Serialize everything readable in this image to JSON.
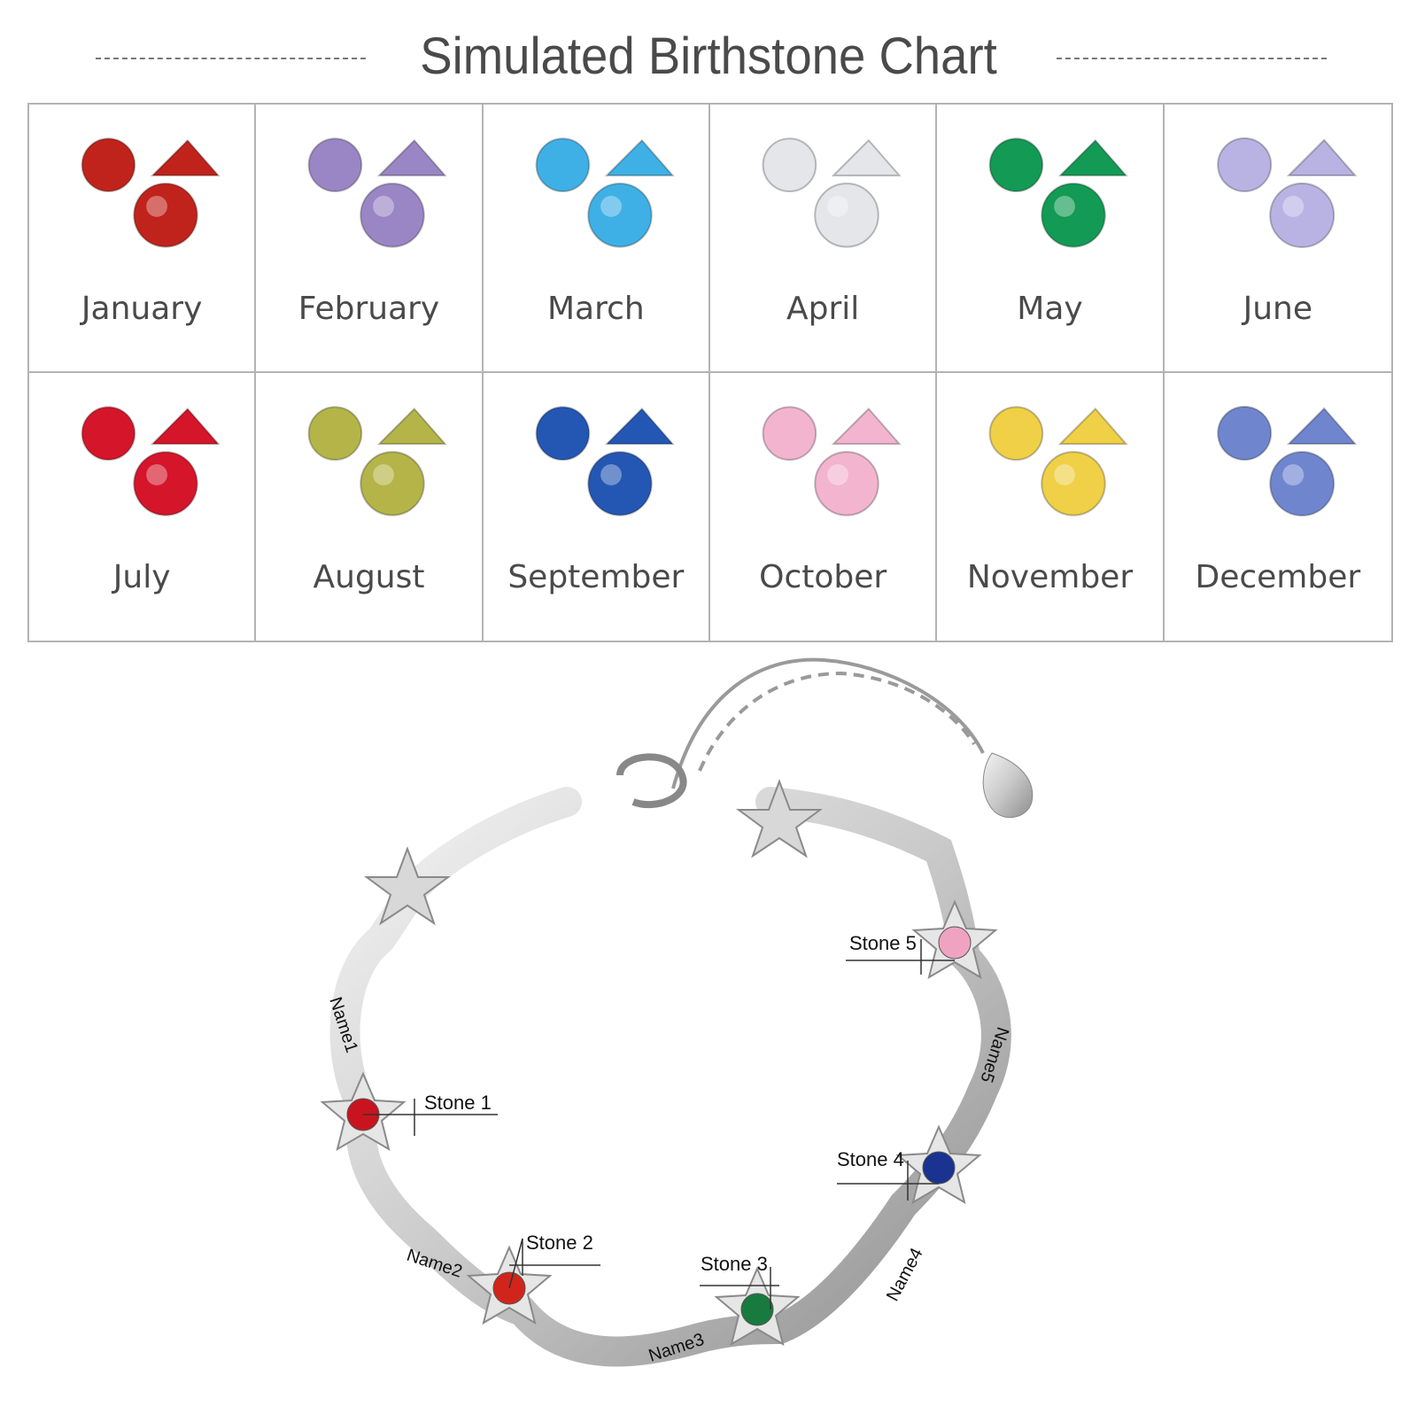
{
  "header": {
    "title": "Simulated Birthstone Chart"
  },
  "birthstones": [
    {
      "month": "January",
      "color": "#c0231b"
    },
    {
      "month": "February",
      "color": "#9a86c4"
    },
    {
      "month": "March",
      "color": "#3fb0e6"
    },
    {
      "month": "April",
      "color": "#e4e6ea"
    },
    {
      "month": "May",
      "color": "#139a55"
    },
    {
      "month": "June",
      "color": "#b9b3e4"
    },
    {
      "month": "July",
      "color": "#d5152a"
    },
    {
      "month": "August",
      "color": "#b4b448"
    },
    {
      "month": "September",
      "color": "#2457b3"
    },
    {
      "month": "October",
      "color": "#f3b4cf"
    },
    {
      "month": "November",
      "color": "#efd046"
    },
    {
      "month": "December",
      "color": "#6f86cf"
    }
  ],
  "bracelet": {
    "stones": [
      {
        "label": "Stone 1",
        "color": "#c8141e"
      },
      {
        "label": "Stone 2",
        "color": "#d1251c"
      },
      {
        "label": "Stone 3",
        "color": "#187a3e"
      },
      {
        "label": "Stone 4",
        "color": "#1a3391"
      },
      {
        "label": "Stone 5",
        "color": "#f0a3c0"
      }
    ],
    "names": [
      "Name1",
      "Name2",
      "Name3",
      "Name4",
      "Name5"
    ]
  }
}
